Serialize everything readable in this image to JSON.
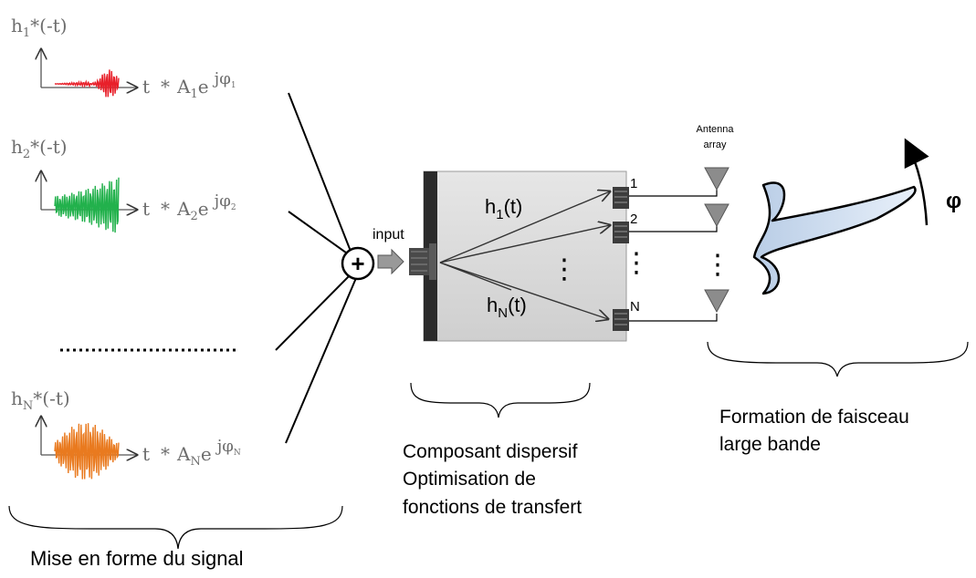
{
  "signal_shaping": {
    "channels": [
      {
        "filter": "h",
        "index": "1",
        "suffix": "*(-t)",
        "time_var": "t",
        "op": "*",
        "amp": "A",
        "amp_index": "1",
        "exp_base": "e",
        "exp": "jφ",
        "exp_index": "1",
        "waveform_color": "#e8202a"
      },
      {
        "filter": "h",
        "index": "2",
        "suffix": "*(-t)",
        "time_var": "t",
        "op": "*",
        "amp": "A",
        "amp_index": "2",
        "exp_base": "e",
        "exp": "jφ",
        "exp_index": "2",
        "waveform_color": "#22b14c"
      },
      {
        "filter": "h",
        "index": "N",
        "suffix": "*(-t)",
        "time_var": "t",
        "op": "*",
        "amp": "A",
        "amp_index": "N",
        "exp_base": "e",
        "exp": "jφ",
        "exp_index": "N",
        "waveform_color": "#e97a1f"
      }
    ],
    "caption": "Mise en forme du signal"
  },
  "combiner": {
    "symbol": "+",
    "input_label": "input"
  },
  "dispersive_component": {
    "h1": {
      "base": "h",
      "sub": "1",
      "arg": "(t)"
    },
    "hN": {
      "base": "h",
      "sub": "N",
      "arg": "(t)"
    },
    "dots": "⋮",
    "port_labels": [
      "1",
      "2",
      "N"
    ],
    "caption_lines": [
      "Composant dispersif",
      "Optimisation de",
      "fonctions de transfert"
    ]
  },
  "antenna": {
    "label_lines": [
      "Antenna",
      "array"
    ],
    "dots": "⋮",
    "angle_symbol": "φ",
    "caption_lines": [
      "Formation de faisceau",
      "large bande"
    ]
  }
}
